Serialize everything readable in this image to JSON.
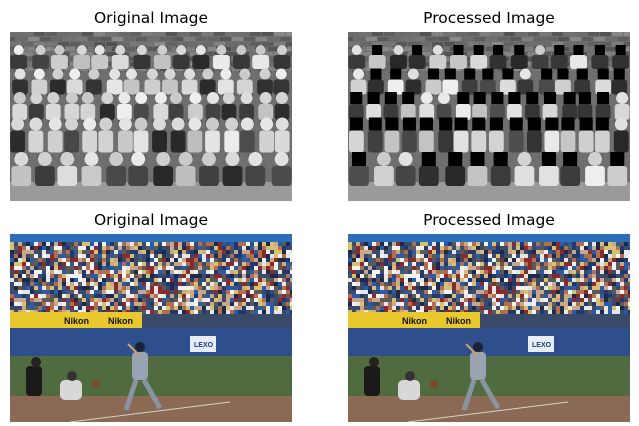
{
  "panels": [
    {
      "title": "Original Image",
      "image": "school-class-photo-grayscale",
      "processed": false
    },
    {
      "title": "Processed Image",
      "image": "school-class-photo-faces-blacked-out",
      "processed": true
    },
    {
      "title": "Original Image",
      "image": "baseball-game-batter-crowd",
      "processed": false
    },
    {
      "title": "Processed Image",
      "image": "baseball-game-batter-crowd-processed",
      "processed": true
    }
  ],
  "banner_text": [
    "Nikon",
    "Nikon"
  ],
  "sign_text": "LEXO",
  "colors": {
    "grass": "#4f6b3f",
    "wall": "#2e4e8c",
    "banner": "#e8c82c",
    "dirt": "#8a6a55"
  }
}
